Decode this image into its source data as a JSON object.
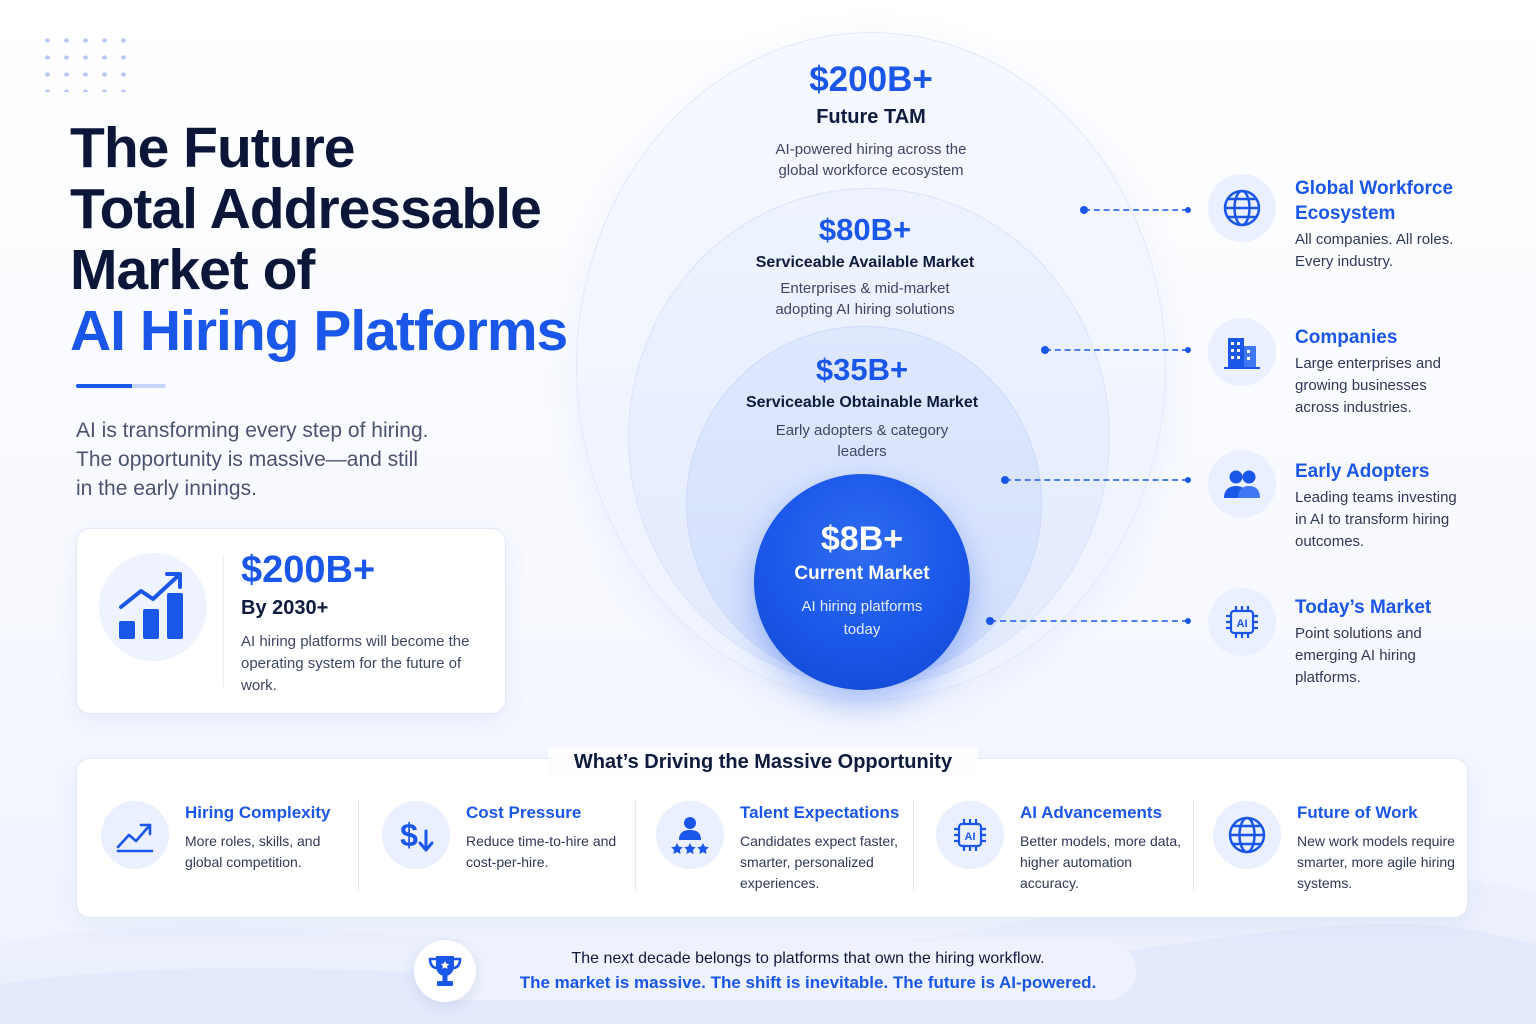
{
  "headline": {
    "line1": "The Future",
    "line2": "Total Addressable",
    "line3": "Market of",
    "line4": "AI Hiring Platforms"
  },
  "lede": {
    "line1": "AI is transforming every step of hiring.",
    "line2": "The opportunity is massive—and still",
    "line3": "in the early innings."
  },
  "stat_card": {
    "value": "$200B+",
    "subtitle": "By 2030+",
    "description": "AI hiring platforms will become the operating system for the future of work.",
    "icon": "chart-growth-icon"
  },
  "market_circles": [
    {
      "value": "$200B+",
      "label": "Future TAM",
      "desc1": "AI-powered hiring across the",
      "desc2": "global workforce ecosystem"
    },
    {
      "value": "$80B+",
      "label": "Serviceable Available Market",
      "desc1": "Enterprises & mid-market",
      "desc2": "adopting AI hiring solutions"
    },
    {
      "value": "$35B+",
      "label": "Serviceable Obtainable Market",
      "desc1": "Early adopters & category",
      "desc2": "leaders"
    },
    {
      "value": "$8B+",
      "label": "Current Market",
      "desc1": "AI hiring platforms",
      "desc2": "today"
    }
  ],
  "segments": [
    {
      "title1": "Global Workforce",
      "title2": "Ecosystem",
      "desc": "All companies. All roles. Every industry.",
      "icon": "globe-icon"
    },
    {
      "title1": "Companies",
      "title2": "",
      "desc": "Large enterprises and growing businesses across industries.",
      "icon": "buildings-icon"
    },
    {
      "title1": "Early Adopters",
      "title2": "",
      "desc": "Leading teams investing in AI to transform hiring outcomes.",
      "icon": "users-icon"
    },
    {
      "title1": "Today’s Market",
      "title2": "",
      "desc": "Point solutions and emerging AI hiring platforms.",
      "icon": "ai-chip-icon"
    }
  ],
  "drivers": {
    "title": "What’s Driving the Massive Opportunity",
    "items": [
      {
        "title": "Hiring Complexity",
        "desc": "More roles, skills, and global competition.",
        "icon": "trend-line-icon"
      },
      {
        "title": "Cost Pressure",
        "desc": "Reduce time-to-hire and cost-per-hire.",
        "icon": "dollar-down-icon"
      },
      {
        "title": "Talent Expectations",
        "desc": "Candidates expect faster, smarter, personalized experiences.",
        "icon": "person-stars-icon"
      },
      {
        "title": "AI Advancements",
        "desc": "Better models, more data, higher automation accuracy.",
        "icon": "ai-chip-icon"
      },
      {
        "title": "Future of Work",
        "desc": "New work models require smarter, more agile hiring systems.",
        "icon": "globe-icon"
      }
    ]
  },
  "footer": {
    "line1": "The next decade belongs to platforms that own the hiring workflow.",
    "line2": "The market is massive. The shift is inevitable. The future is AI-powered.",
    "icon": "trophy-icon"
  },
  "colors": {
    "accent": "#1a56e8",
    "text": "#0f1b3d",
    "muted": "#3d4663",
    "tint": "#eaf0ff"
  }
}
